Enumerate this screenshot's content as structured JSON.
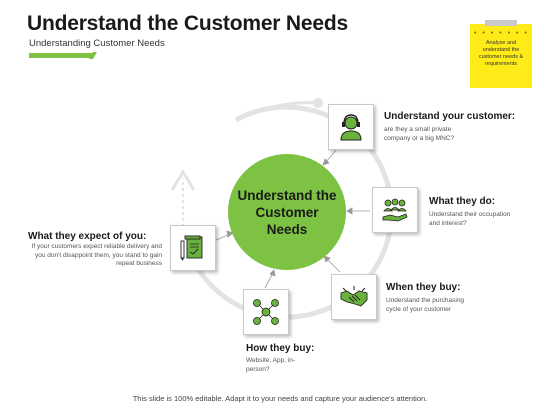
{
  "header": {
    "title": "Understand the Customer Needs",
    "subtitle": "Understanding  Customer Needs"
  },
  "sticky_note": {
    "text": "Analyse and understand the customer needs & requirements"
  },
  "center": {
    "label": "Understand the Customer Needs"
  },
  "items": [
    {
      "title": "Understand your customer:",
      "desc": "are they a small private company or a big MNC?",
      "icon": "customer-support-icon"
    },
    {
      "title": "What they do:",
      "desc": "Understand their occupation and interest?",
      "icon": "team-hand-icon"
    },
    {
      "title": "When they buy:",
      "desc": "Understand the purchasing cycle of your customer",
      "icon": "handshake-icon"
    },
    {
      "title": "How they buy:",
      "desc": "Website, App, in-person?",
      "icon": "network-people-icon"
    },
    {
      "title": "What they expect of you:",
      "desc": "If your customers expect reliable delivery and you don't disappoint them, you stand to gain repeat business",
      "icon": "document-pen-icon"
    }
  ],
  "footer": {
    "text": "This slide is 100% editable. Adapt it to your needs and capture your audience's attention."
  },
  "colors": {
    "accent": "#7dc242",
    "sticky": "#ffeb17",
    "icon_green": "#6ab23e"
  }
}
